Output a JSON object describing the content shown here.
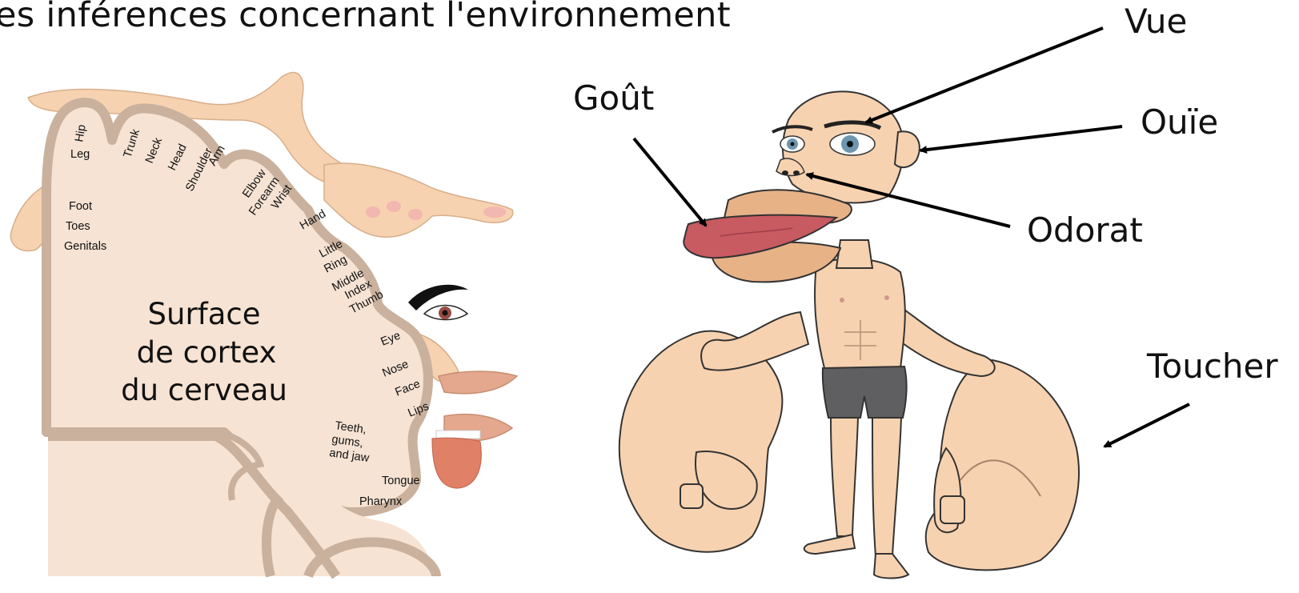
{
  "title": "es inférences concernant l'environnement",
  "cortex": {
    "center_label": [
      "Surface",
      "de cortex",
      "du cerveau"
    ],
    "parts": {
      "hip": "Hip",
      "leg": "Leg",
      "trunk": "Trunk",
      "neck": "Neck",
      "head": "Head",
      "shoulder": "Shoulder",
      "arm": "Arm",
      "elbow": "Elbow",
      "forearm": "Forearm",
      "wrist": "Wrist",
      "hand": "Hand",
      "foot": "Foot",
      "toes": "Toes",
      "genitals": "Genitals",
      "little": "Little",
      "ring": "Ring",
      "middle": "Middle",
      "index": "Index",
      "thumb": "Thumb",
      "eye": "Eye",
      "nose": "Nose",
      "face": "Face",
      "lips": "Lips",
      "teeth": [
        "Teeth,",
        "gums,",
        "and jaw"
      ],
      "tongue": "Tongue",
      "pharynx": "Pharynx"
    }
  },
  "senses": {
    "vue": "Vue",
    "ouie": "Ouïe",
    "gout": "Goût",
    "odorat": "Odorat",
    "toucher": "Toucher"
  },
  "colors": {
    "skin": "#f7d2b0",
    "cortex_fill": "#f6e3d3",
    "cortex_border": "#c9b19d",
    "tongue": "#c85a62",
    "shorts": "#5f5f62",
    "eye": "#6f96b0"
  }
}
